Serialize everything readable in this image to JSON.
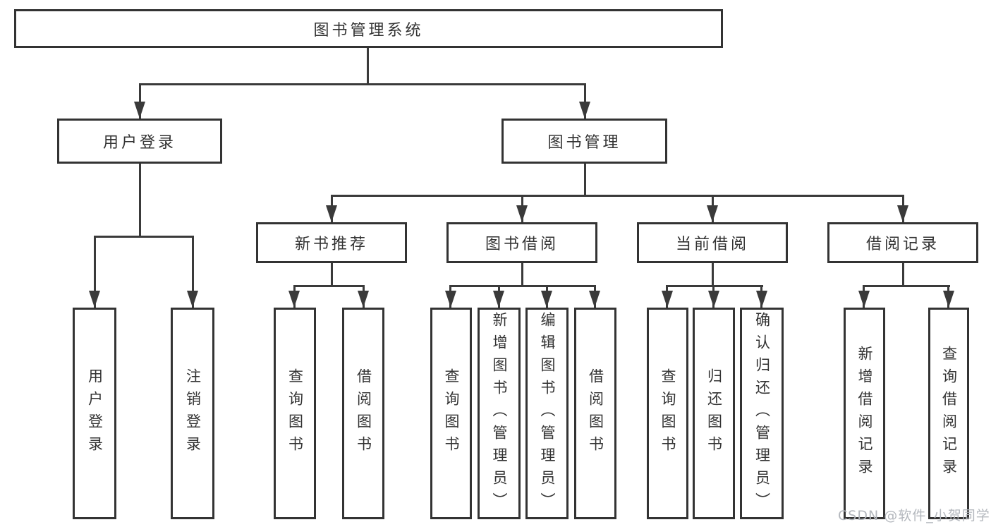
{
  "tree": {
    "root": "图书管理系统",
    "user": {
      "label": "用户登录",
      "children": [
        "用户登录",
        "注销登录"
      ]
    },
    "mgmt": {
      "label": "图书管理",
      "recommend": {
        "label": "新书推荐",
        "children": [
          "查询图书",
          "借阅图书"
        ]
      },
      "borrow": {
        "label": "图书借阅",
        "children": [
          "查询图书",
          "新增图书（管理员）",
          "编辑图书（管理员）",
          "借阅图书"
        ]
      },
      "current": {
        "label": "当前借阅",
        "children": [
          "查询图书",
          "归还图书",
          "确认归还（管理员）"
        ]
      },
      "records": {
        "label": "借阅记录",
        "children": [
          "新增借阅记录",
          "查询借阅记录"
        ]
      }
    },
    "watermark": "CSDN @软件_小贺同学"
  },
  "colors": {
    "line": "#3a3a3a",
    "border": "#333333",
    "text": "#333333",
    "watermark": "#b3b7bd",
    "background": "#ffffff"
  }
}
